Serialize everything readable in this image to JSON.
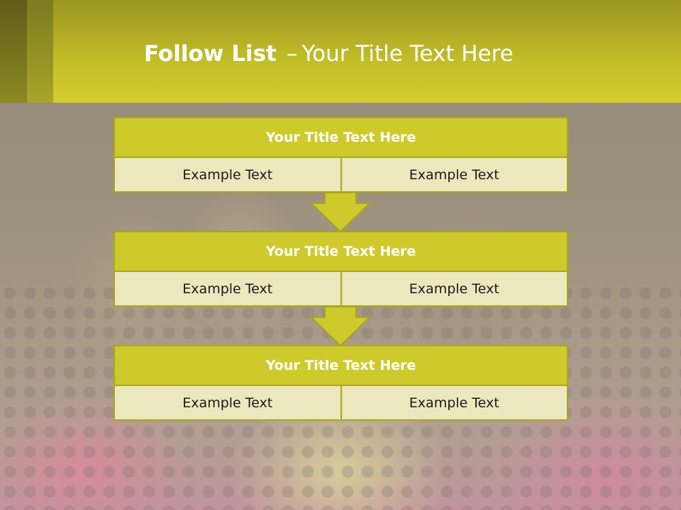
{
  "header": {
    "title_bold": "Follow List",
    "title_dash": "–",
    "title_rest": "Your Title Text Here"
  },
  "colors": {
    "accent": "#cfca2c",
    "accent_border": "#a9a51f",
    "cell_fill": "#ebe8bd"
  },
  "flow": [
    {
      "title": "Your Title Text Here",
      "left": "Example Text",
      "right": "Example Text"
    },
    {
      "title": "Your Title Text Here",
      "left": "Example Text",
      "right": "Example Text"
    },
    {
      "title": "Your Title Text Here",
      "left": "Example Text",
      "right": "Example Text"
    }
  ]
}
